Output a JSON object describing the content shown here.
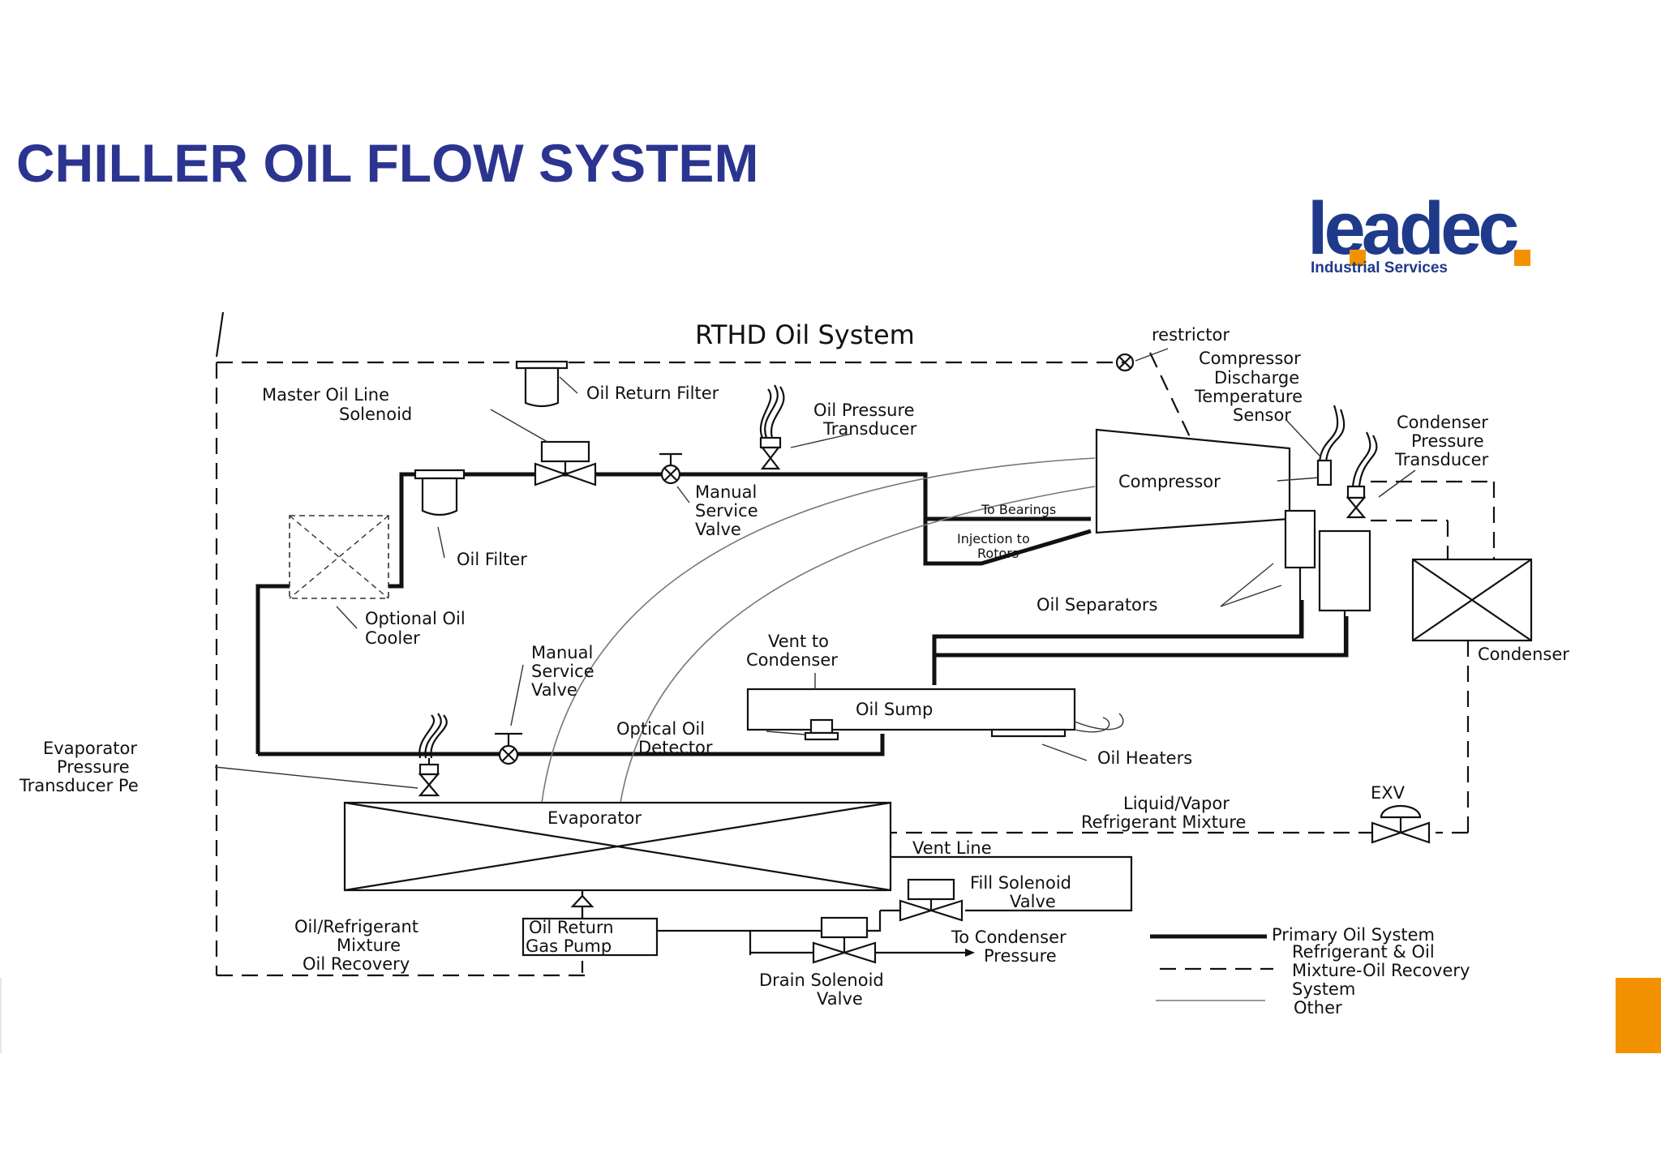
{
  "slide": {
    "title": "CHILLER OIL FLOW SYSTEM"
  },
  "logo": {
    "name": "leadec",
    "tagline": "Industrial Services",
    "colors": {
      "primary": "#1f3a8a",
      "accent": "#f39200"
    }
  },
  "accent_color": "#f39200",
  "title_color": "#2b3590",
  "diagram": {
    "title": "RTHD Oil System",
    "labels": {
      "restrictor": "restrictor",
      "comp_discharge": [
        "Compressor",
        "Discharge",
        "Temperature",
        "Sensor"
      ],
      "cond_pressure": [
        "Condenser",
        "Pressure",
        "Transducer"
      ],
      "master_solenoid": [
        "Master Oil Line",
        "Solenoid"
      ],
      "oil_return_filter": "Oil Return Filter",
      "oil_pressure_transducer": [
        "Oil Pressure",
        "Transducer"
      ],
      "compressor": "Compressor",
      "to_bearings": "To Bearings",
      "injection": [
        "Injection to",
        "Rotors"
      ],
      "manual_valve_top": [
        "Manual",
        "Service",
        "Valve"
      ],
      "oil_filter": "Oil Filter",
      "optional_cooler": [
        "Optional Oil",
        "Cooler"
      ],
      "oil_separators": "Oil Separators",
      "condenser": "Condenser",
      "vent_to_condenser": [
        "Vent to",
        "Condenser"
      ],
      "manual_valve_mid": [
        "Manual",
        "Service",
        "Valve"
      ],
      "oil_sump": "Oil Sump",
      "optical_detector": [
        "Optical Oil",
        "Detector"
      ],
      "oil_heaters": "Oil Heaters",
      "evap_transducer": [
        "Evaporator",
        "Pressure",
        "Transducer Pe"
      ],
      "evaporator": "Evaporator",
      "liquid_vapor": [
        "Liquid/Vapor",
        "Refrigerant Mixture"
      ],
      "exv": "EXV",
      "vent_line": "Vent Line",
      "fill_solenoid": [
        "Fill Solenoid",
        "Valve"
      ],
      "oil_recovery": [
        "Oil/Refrigerant",
        "Mixture",
        "Oil Recovery"
      ],
      "gas_pump": [
        "Oil Return",
        "Gas Pump"
      ],
      "to_condenser_pressure": [
        "To Condenser",
        "Pressure"
      ],
      "drain_solenoid": [
        "Drain Solenoid",
        "Valve"
      ]
    },
    "legend": {
      "primary": "Primary Oil System",
      "mixture": [
        "Refrigerant & Oil",
        "Mixture-Oil Recovery",
        "System"
      ],
      "other": "Other"
    }
  }
}
